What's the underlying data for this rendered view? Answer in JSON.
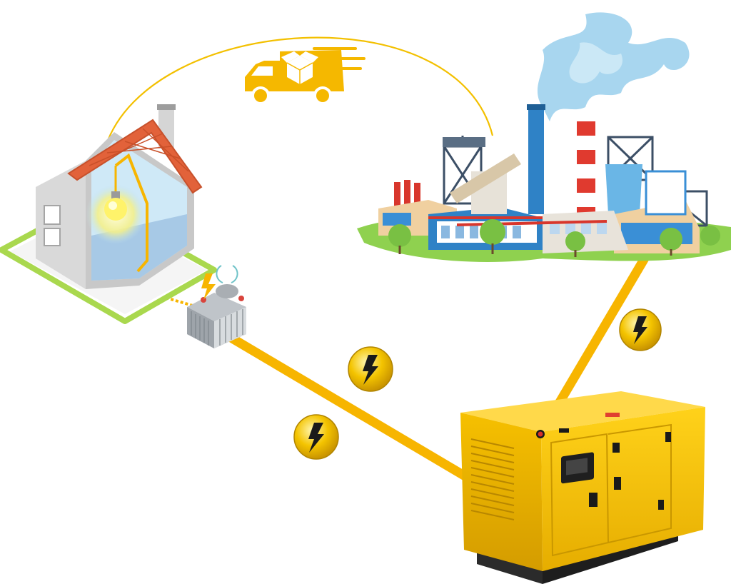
{
  "diagram": {
    "nodes": [
      {
        "id": "house",
        "icon": "house-with-lightbulb-icon"
      },
      {
        "id": "truck",
        "icon": "delivery-truck-icon"
      },
      {
        "id": "factory",
        "icon": "factory-icon"
      },
      {
        "id": "transformer",
        "icon": "transformer-icon"
      },
      {
        "id": "generator",
        "icon": "diesel-generator-icon"
      }
    ],
    "edges": [
      {
        "from": "house",
        "to": "factory",
        "style": "thin-arc"
      },
      {
        "from": "house",
        "to": "transformer",
        "style": "dotted-wire"
      },
      {
        "from": "transformer",
        "to": "generator",
        "style": "thick-power-line"
      },
      {
        "from": "factory",
        "to": "generator",
        "style": "thick-power-line"
      }
    ],
    "power_badges": 3
  },
  "colors": {
    "power_line": "#f7b500",
    "badge_fill": "#f4c400",
    "truck": "#f5b800",
    "generator": "#f2c200",
    "roof": "#e2623a",
    "smoke": "#9fd0ec",
    "grass": "#8fd14f",
    "steel_blue": "#3a8fd6"
  }
}
